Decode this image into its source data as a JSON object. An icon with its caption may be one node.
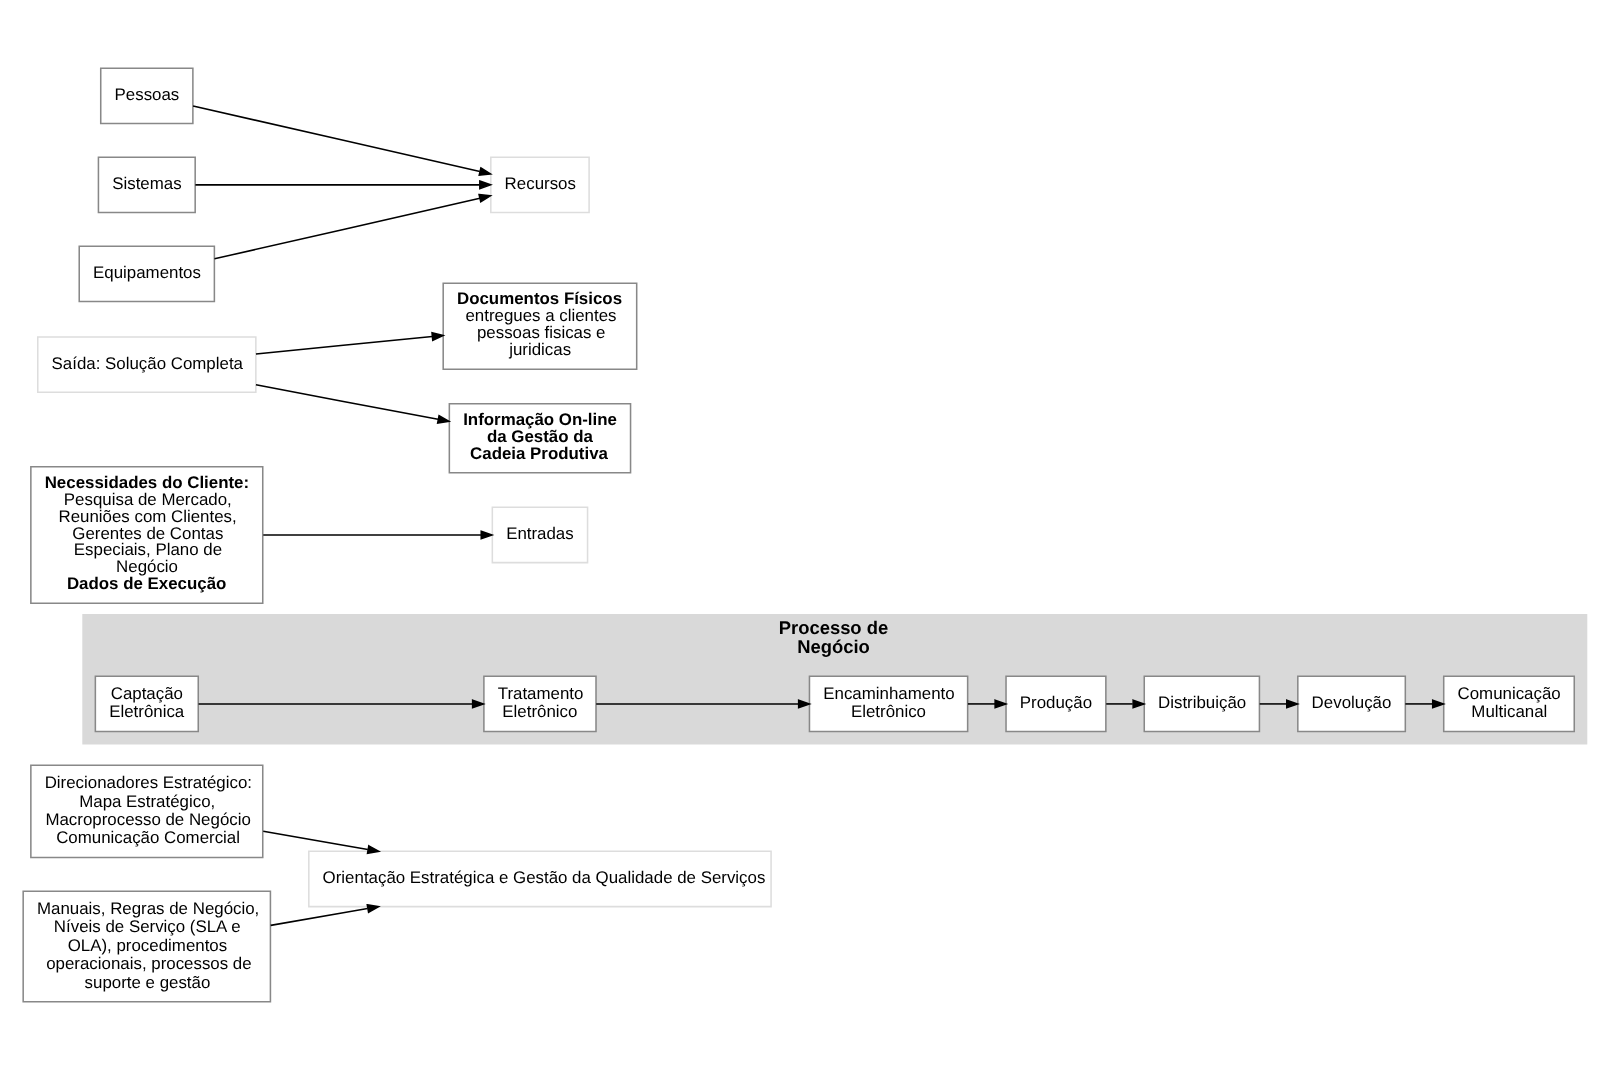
{
  "diagram": {
    "nodes": [
      {
        "text": [
          "Direcionadores Estratégico: Mapa Estratégico, Macroprocesso de Negócio Comunicação Comercial"
        ]
      },
      {
        "text": [
          "Manuais, Regras de Negócio, Níveis de Serviço (SLA e OLA), procedimentos operacionais, processos de suporte e gestão"
        ]
      },
      {
        "text": [
          "Orientação Estratégica e Gestão da Qualidade de Serviços"
        ]
      },
      {
        "text": [
          "Processo de Negócio"
        ]
      },
      {
        "text": [
          "Captação Eletrônica"
        ],
        "in": 3
      },
      {
        "text": [
          "Tratamento Eletrônico"
        ],
        "in": 3
      },
      {
        "text": [
          "Encaminhamento Eletrônico"
        ],
        "in": 3
      },
      {
        "text": [
          "Produção"
        ],
        "in": 3
      },
      {
        "text": [
          "Distribuição"
        ],
        "in": 3
      },
      {
        "text": [
          "Devolução"
        ],
        "in": 3
      },
      {
        "text": [
          "Comunicação Multicanal"
        ],
        "in": 3
      },
      {
        "text": [
          "Necessidades do Cliente:",
          "Pesquisa de Mercado, Reuniões com Clientes, Gerentes de Contas Especiais, Plano de Negócio",
          "Dados de Execução"
        ]
      },
      {
        "text": [
          "Entradas"
        ]
      },
      {
        "text": [
          "Saída: Solução Completa"
        ]
      },
      {
        "text": [
          "Documentos Físicos",
          "entregues a clientes pessoas fisicas e juridicas"
        ]
      },
      {
        "text": [
          "Informação On-line da Gestão da Cadeia Produtiva"
        ]
      },
      {
        "text": [
          "Recursos"
        ]
      },
      {
        "text": [
          "Pessoas"
        ]
      },
      {
        "text": [
          "Sistemas"
        ]
      },
      {
        "text": [
          "Equipamentos"
        ]
      }
    ],
    "edges": [
      {
        "from": 0,
        "to": 2,
        "arrow": "to"
      },
      {
        "from": 1,
        "to": 2,
        "arrow": "to"
      },
      {
        "from": 11,
        "to": 12,
        "arrow": "to"
      },
      {
        "from": 4,
        "to": 5,
        "arrow": "to"
      },
      {
        "from": 5,
        "to": 6,
        "arrow": "to"
      },
      {
        "from": 6,
        "to": 7,
        "arrow": "to"
      },
      {
        "from": 7,
        "to": 8,
        "arrow": "to"
      },
      {
        "from": 8,
        "to": 9,
        "arrow": "to"
      },
      {
        "from": 9,
        "to": 10,
        "arrow": "to"
      },
      {
        "from": 13,
        "to": 14,
        "arrow": "to"
      },
      {
        "from": 13,
        "to": 15,
        "arrow": "to"
      },
      {
        "from": 17,
        "to": 16,
        "arrow": "to"
      },
      {
        "from": 18,
        "to": 16,
        "arrow": "to"
      },
      {
        "from": 19,
        "to": 16,
        "arrow": "to"
      }
    ]
  }
}
